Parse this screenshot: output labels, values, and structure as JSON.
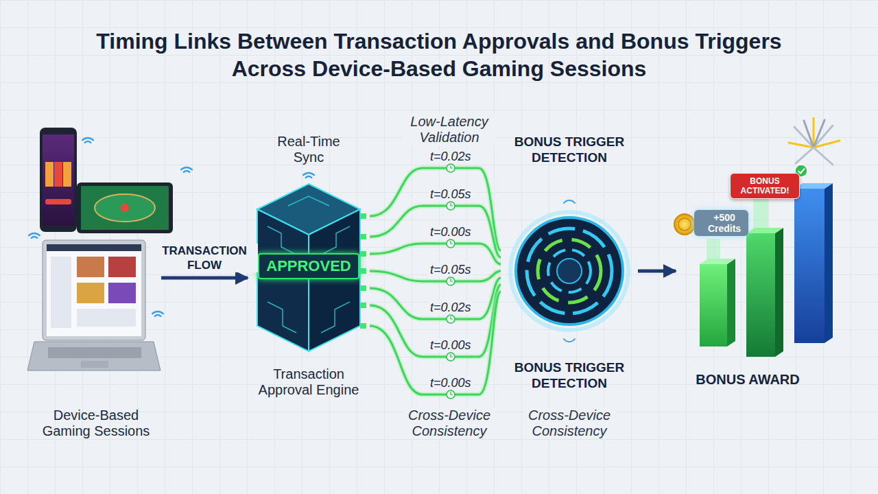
{
  "diagram": {
    "title": "Timing Links Between Transaction Approvals and Bonus Triggers Across Device-Based Gaming Sessions",
    "nodes": [
      {
        "text": [
          "Device-Based Gaming Sessions"
        ]
      },
      {
        "text": [
          "Real-Time Sync",
          "APPROVED",
          "Transaction Approval Engine"
        ]
      },
      {
        "text": [
          "BONUS TRIGGER DETECTION",
          "BONUS TRIGGER DETECTION"
        ]
      },
      {
        "text": [
          "BONUS AWARD"
        ]
      },
      {
        "text": [
          "+500 Credits"
        ],
        "in": 3
      },
      {
        "text": [
          "BONUS ACTIVATED!"
        ],
        "in": 3
      }
    ],
    "edges": [
      {
        "from": 0,
        "to": 1,
        "arrow": "to",
        "label": "TRANSACTION FLOW"
      },
      {
        "from": 1,
        "to": 2,
        "arrow": "none",
        "label": "t=0.02s"
      },
      {
        "from": 1,
        "to": 2,
        "arrow": "none",
        "label": "t=0.05s"
      },
      {
        "from": 1,
        "to": 2,
        "arrow": "none",
        "label": "t=0.00s"
      },
      {
        "from": 1,
        "to": 2,
        "arrow": "none",
        "label": "t=0.05s"
      },
      {
        "from": 1,
        "to": 2,
        "arrow": "none",
        "label": "t=0.02s"
      },
      {
        "from": 1,
        "to": 2,
        "arrow": "none",
        "label": "t=0.00s"
      },
      {
        "from": 1,
        "to": 2,
        "arrow": "none",
        "label": "t=0.00s"
      },
      {
        "from": 2,
        "to": 3,
        "arrow": "to"
      }
    ],
    "labels": [
      "Low-Latency Validation",
      "Cross-Device Consistency",
      "Cross-Device Consistency"
    ]
  }
}
